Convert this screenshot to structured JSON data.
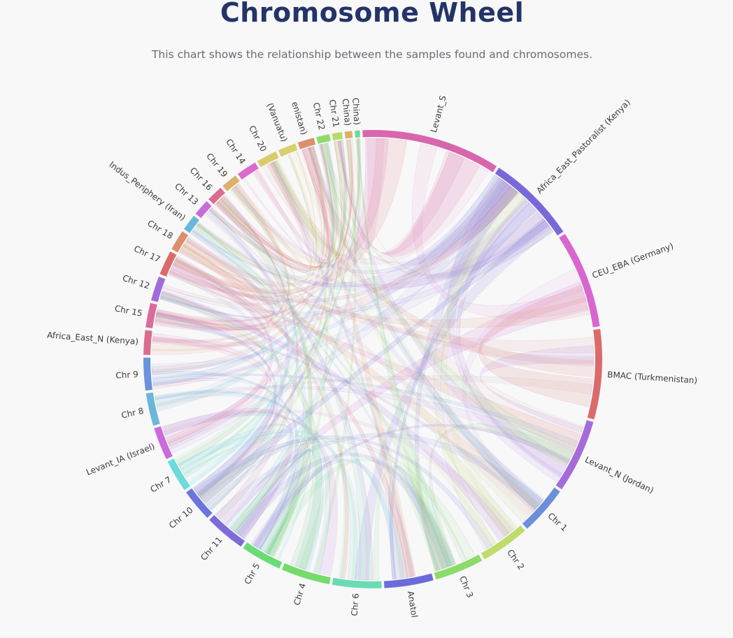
{
  "header": {
    "title": "Chromosome Wheel",
    "subtitle": "This chart shows the relationship between the samples found and chromosomes."
  },
  "chart_data": {
    "type": "chord",
    "groups": [
      {
        "label": "Levant_S",
        "value": 17,
        "color": "#d966ad"
      },
      {
        "label": "Africa_East_Pastoralist (Kenya)",
        "value": 11,
        "color": "#7b68d8"
      },
      {
        "label": "CEU_EBA (Germany)",
        "value": 12,
        "color": "#d966cf"
      },
      {
        "label": "BMAC (Turkmenistan)",
        "value": 11,
        "color": "#db6b6b"
      },
      {
        "label": "Levant_N (Jordan)",
        "value": 9,
        "color": "#a56bdb"
      },
      {
        "label": "Chr 1",
        "value": 6,
        "color": "#6b8fdb"
      },
      {
        "label": "Chr 2",
        "value": 6,
        "color": "#c1db6b"
      },
      {
        "label": "Chr 3",
        "value": 6,
        "color": "#8cdb6b"
      },
      {
        "label": "Anatol",
        "value": 6,
        "color": "#6b6bdb"
      },
      {
        "label": "Chr 6",
        "value": 6,
        "color": "#6bdbb6"
      },
      {
        "label": "Chr 4",
        "value": 6,
        "color": "#75db6b"
      },
      {
        "label": "Chr 5",
        "value": 5,
        "color": "#6bdb75"
      },
      {
        "label": "Chr 11",
        "value": 5,
        "color": "#7c6bdb"
      },
      {
        "label": "Chr 10",
        "value": 4,
        "color": "#6b75db"
      },
      {
        "label": "Chr 7",
        "value": 4,
        "color": "#6bdbdb"
      },
      {
        "label": "Levant_IA (Israel)",
        "value": 4,
        "color": "#c96bdb"
      },
      {
        "label": "Chr 8",
        "value": 4,
        "color": "#6bb6db"
      },
      {
        "label": "Chr 9",
        "value": 4,
        "color": "#6b93db"
      },
      {
        "label": "Africa_East_N (Kenya)",
        "value": 3,
        "color": "#db6b8f"
      },
      {
        "label": "Chr 15",
        "value": 3,
        "color": "#db6b9a"
      },
      {
        "label": "Chr 12",
        "value": 3,
        "color": "#a26bdb"
      },
      {
        "label": "Chr 17",
        "value": 3,
        "color": "#db6b6b"
      },
      {
        "label": "Chr 18",
        "value": 2.5,
        "color": "#db8f6b"
      },
      {
        "label": "Indus_Periphery (Iran)",
        "value": 2,
        "color": "#6bb6db"
      },
      {
        "label": "Chr 13",
        "value": 2,
        "color": "#c96bdb"
      },
      {
        "label": "Chr 16",
        "value": 2,
        "color": "#db6b8f"
      },
      {
        "label": "Chr 19",
        "value": 2,
        "color": "#dbb06b"
      },
      {
        "label": "Chr 14",
        "value": 2.5,
        "color": "#db6bcb"
      },
      {
        "label": "Chr 20",
        "value": 2.5,
        "color": "#dbcb6b"
      },
      {
        "label": "(Vanuatu)",
        "value": 2.2,
        "color": "#d9cf6b"
      },
      {
        "label": "enistan)",
        "value": 2,
        "color": "#db8f6b"
      },
      {
        "label": "Chr 22",
        "value": 1.6,
        "color": "#8cdb6b"
      },
      {
        "label": "Chr 21",
        "value": 1.2,
        "color": "#b6db6b"
      },
      {
        "label": "China)",
        "value": 0.9,
        "color": "#dbb06b"
      },
      {
        "label": "China)",
        "value": 0.6,
        "color": "#6bdb8f"
      }
    ]
  }
}
